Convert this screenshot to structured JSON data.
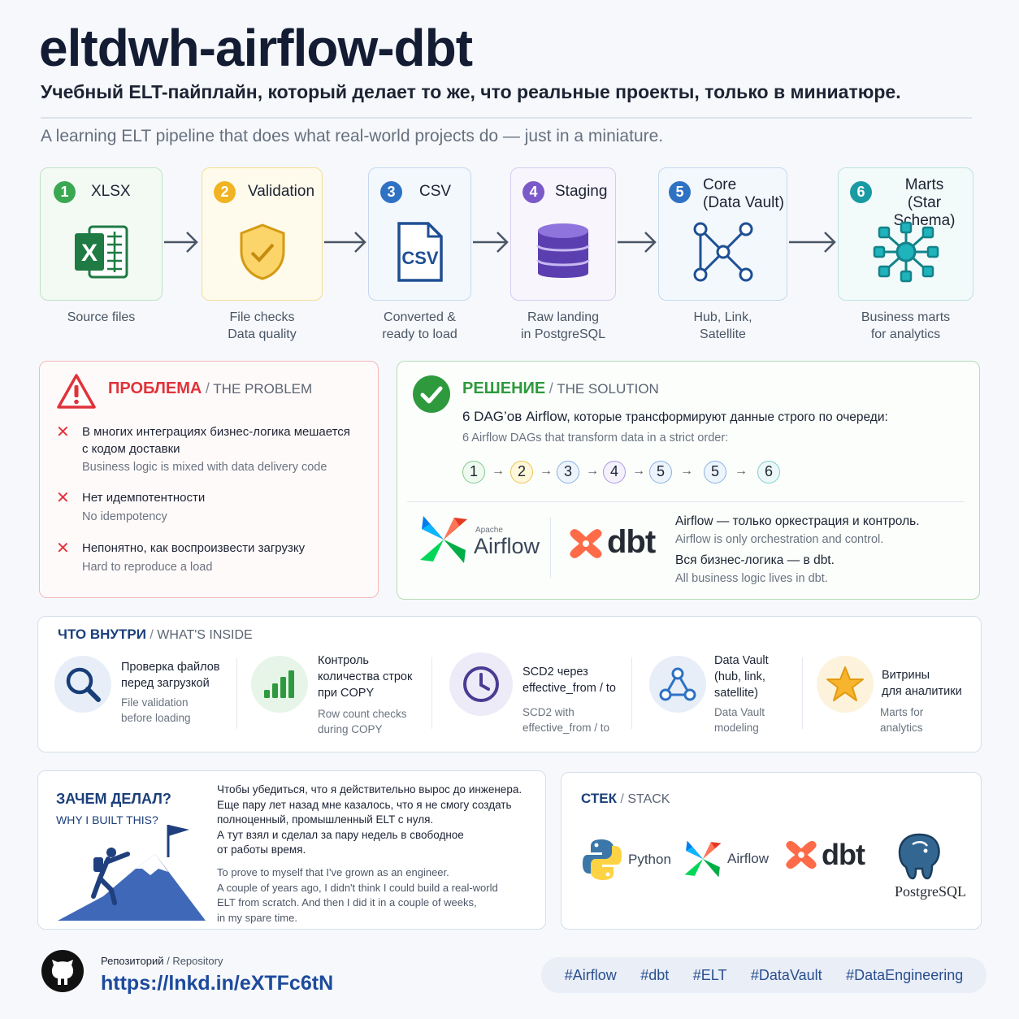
{
  "header": {
    "title": "eltdwh-airflow-dbt",
    "subtitle_ru": "Учебный ELT-пайплайн, который делает то же, что реальные проекты,  только в миниатюре.",
    "subtitle_en": "A learning ELT pipeline that does what real-world projects do — just in a miniature."
  },
  "pipeline": [
    {
      "num": "1",
      "label": "XLSX",
      "caption": "Source files",
      "icon": "excel-icon",
      "color": "#3aa853"
    },
    {
      "num": "2",
      "label": "Validation",
      "caption": "File checks\nData quality",
      "icon": "shield-check-icon",
      "color": "#f0b323"
    },
    {
      "num": "3",
      "label": "CSV",
      "caption": "Converted &\nready to load",
      "icon": "csv-file-icon",
      "color": "#2f72c4"
    },
    {
      "num": "4",
      "label": "Staging",
      "caption": "Raw landing\nin PostgreSQL",
      "icon": "database-icon",
      "color": "#7a5ac8"
    },
    {
      "num": "5",
      "label": "Core\n(Data Vault)",
      "caption": "Hub, Link,\nSatellite",
      "icon": "graph-icon",
      "color": "#2f72c4"
    },
    {
      "num": "6",
      "label": "Marts\n(Star Schema)",
      "caption": "Business marts\nfor analytics",
      "icon": "star-schema-icon",
      "color": "#1a9aa3"
    }
  ],
  "problem": {
    "title_ru": "ПРОБЛЕМА",
    "sep": "/",
    "title_en": "THE PROBLEM",
    "items": [
      {
        "ru": "В многих интеграциях бизнес-логика мешается\nс кодом доставки",
        "en": "Business logic is mixed with data delivery code"
      },
      {
        "ru": "Нет идемпотентности",
        "en": "No idempotency"
      },
      {
        "ru": "Непонятно, как воспроизвести загрузку",
        "en": "Hard to reproduce a load"
      }
    ]
  },
  "solution": {
    "title_ru": "РЕШЕНИЕ",
    "sep": "/",
    "title_en": "THE SOLUTION",
    "lead_ru_a": "6 DAG’ов Airflow,",
    "lead_ru_b": " которые трансформируют данные строго по очереди:",
    "lead_en": "6 Airflow DAGs that transform data in a strict order:",
    "dags": [
      "1",
      "2",
      "3",
      "4",
      "5",
      "5",
      "6"
    ],
    "dag_arrow": "→",
    "airflow_small": "Apache",
    "airflow_name": "Airflow",
    "dbt_name": "dbt",
    "airflow_note_ru": "Airflow — только оркестрация и контроль.",
    "airflow_note_en": "Airflow is only orchestration and control.",
    "dbt_note_ru": "Вся бизнес-логика  —  в dbt.",
    "dbt_note_en": "All business logic lives in dbt."
  },
  "inside": {
    "title_ru": "ЧТО ВНУТРИ",
    "sep": "/",
    "title_en": "WHAT'S INSIDE",
    "features": [
      {
        "ru": "Проверка файлов\nперед загрузкой",
        "en": "File validation\nbefore loading",
        "icon": "search-icon"
      },
      {
        "ru": "Контроль\nколичества строк\nпри COPY",
        "en": "Row count checks\nduring COPY",
        "icon": "bar-chart-icon"
      },
      {
        "ru": "SCD2 через\neffective_from / to",
        "en": "SCD2 with\neffective_from / to",
        "icon": "clock-icon"
      },
      {
        "ru": "Data Vault\n(hub, link,\nsatellite)",
        "en": "Data Vault\nmodeling",
        "icon": "network-icon"
      },
      {
        "ru": "Витрины\nдля аналитики",
        "en": "Marts for\nanalytics",
        "icon": "star-icon"
      }
    ]
  },
  "why": {
    "title_ru": "ЗАЧЕМ ДЕЛАЛ?",
    "title_en": "WHY I BUILT THIS?",
    "text_ru": "Чтобы убедиться, что я действительно вырос до инженера.\nЕще пару лет назад мне казалось, что я не смогу создать\nполноценный, промышленный ELT с нуля.\nА тут взял и сделал за пару недель в свободное\nот работы время.",
    "text_en": "To prove to myself that I've grown as an engineer.\nA couple of years ago, I didn't think I could build a real-world\nELT from scratch. And then I did it in a couple of weeks,\nin my spare time."
  },
  "stack": {
    "title_ru": "СТЕК",
    "sep": "/",
    "title_en": "STACK",
    "items": [
      "Python",
      "Airflow",
      "dbt",
      "PostgreSQL"
    ]
  },
  "repo": {
    "label_ru": "Репозиторий",
    "sep": " / ",
    "label_en": "Repository",
    "url": "https://lnkd.in/eXTFc6tN"
  },
  "tags": [
    "#Airflow",
    "#dbt",
    "#ELT",
    "#DataVault",
    "#DataEngineering"
  ]
}
